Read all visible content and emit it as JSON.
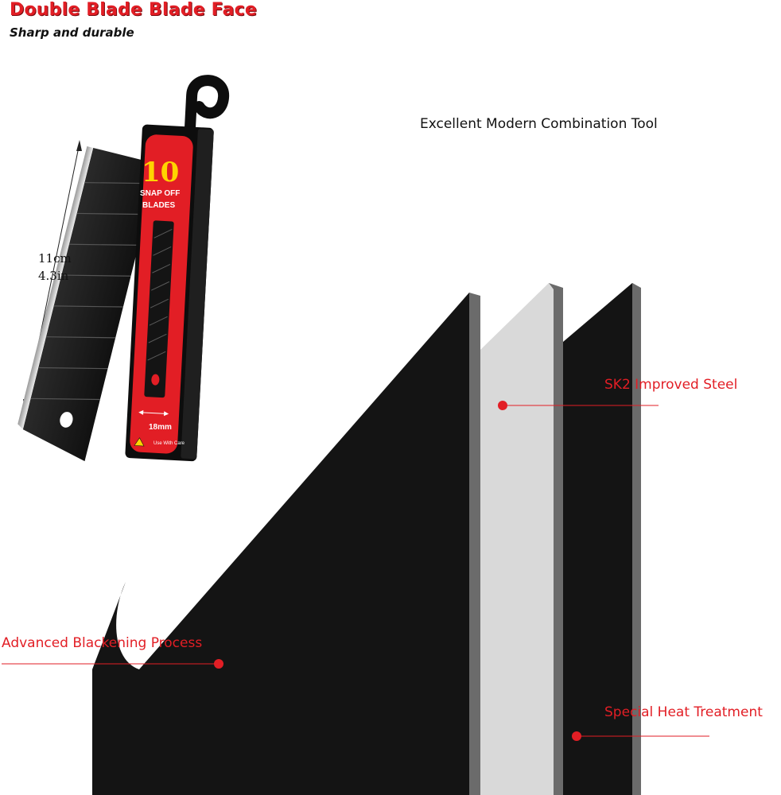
{
  "header": {
    "title": "Double Blade Blade Face",
    "subtitle": "Sharp and durable"
  },
  "tagline": "Excellent Modern Combination Tool",
  "product": {
    "count": "10",
    "pack_line1": "SNAP OFF",
    "pack_line2": "BLADES",
    "width_label": "18mm",
    "caution": "Use With Care",
    "length_cm": "11cm",
    "length_in": "4.3in"
  },
  "features": {
    "steel": "SK2 Improved Steel",
    "blackening": "Advanced Blackening Process",
    "heat": "Special Heat Treatment"
  },
  "colors": {
    "accent_red": "#e21e25",
    "blade_black": "#141414",
    "blade_edge_grey": "#6b6b6b",
    "blade_core_light": "#d9d9d9"
  }
}
